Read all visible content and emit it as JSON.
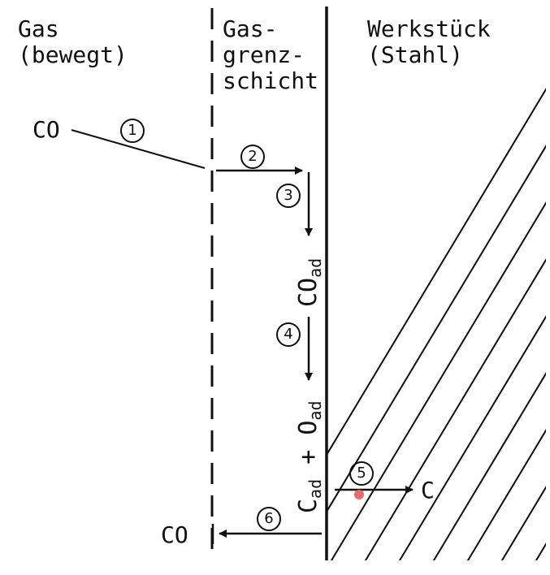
{
  "zones": {
    "gas": "Gas\n(bewegt)",
    "boundary": "Gas-\ngrenz-\nschicht",
    "workpiece": "Werkstück\n(Stahl)"
  },
  "species": {
    "co_in": "CO",
    "co_out": "CO",
    "c_diffused": "C"
  },
  "adsorbed": {
    "co": {
      "base": "CO",
      "sub": "ad"
    },
    "c": {
      "base": "C",
      "sub": "ad"
    },
    "plus": " + ",
    "o": {
      "base": "O",
      "sub": "ad"
    }
  },
  "steps": [
    "1",
    "2",
    "3",
    "4",
    "5",
    "6"
  ],
  "colors": {
    "line": "#111111",
    "marker": "#e86a6a"
  }
}
